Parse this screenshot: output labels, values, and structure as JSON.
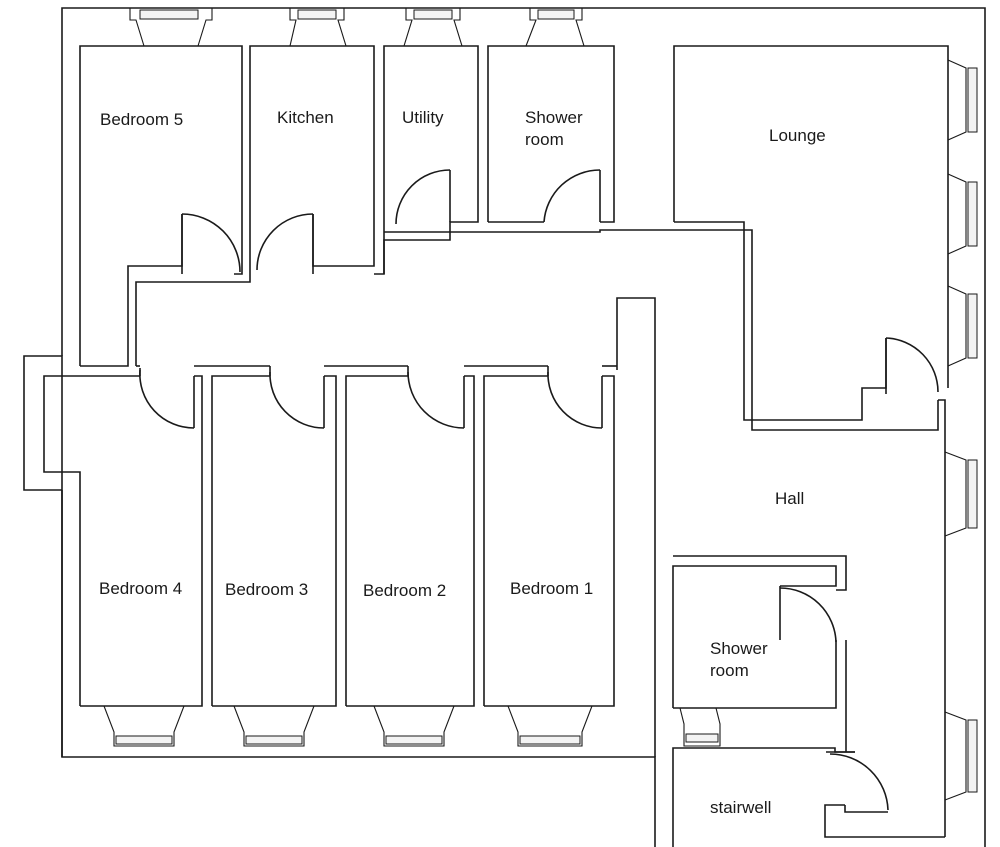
{
  "floor_plan": {
    "rooms": {
      "bedroom5": "Bedroom 5",
      "kitchen": "Kitchen",
      "utility": "Utility",
      "shower_room_top_line1": "Shower",
      "shower_room_top_line2": "room",
      "lounge": "Lounge",
      "hall": "Hall",
      "bedroom4": "Bedroom 4",
      "bedroom3": "Bedroom 3",
      "bedroom2": "Bedroom 2",
      "bedroom1": "Bedroom 1",
      "shower_room_lower_line1": "Shower",
      "shower_room_lower_line2": "room",
      "stairwell": "stairwell"
    }
  }
}
